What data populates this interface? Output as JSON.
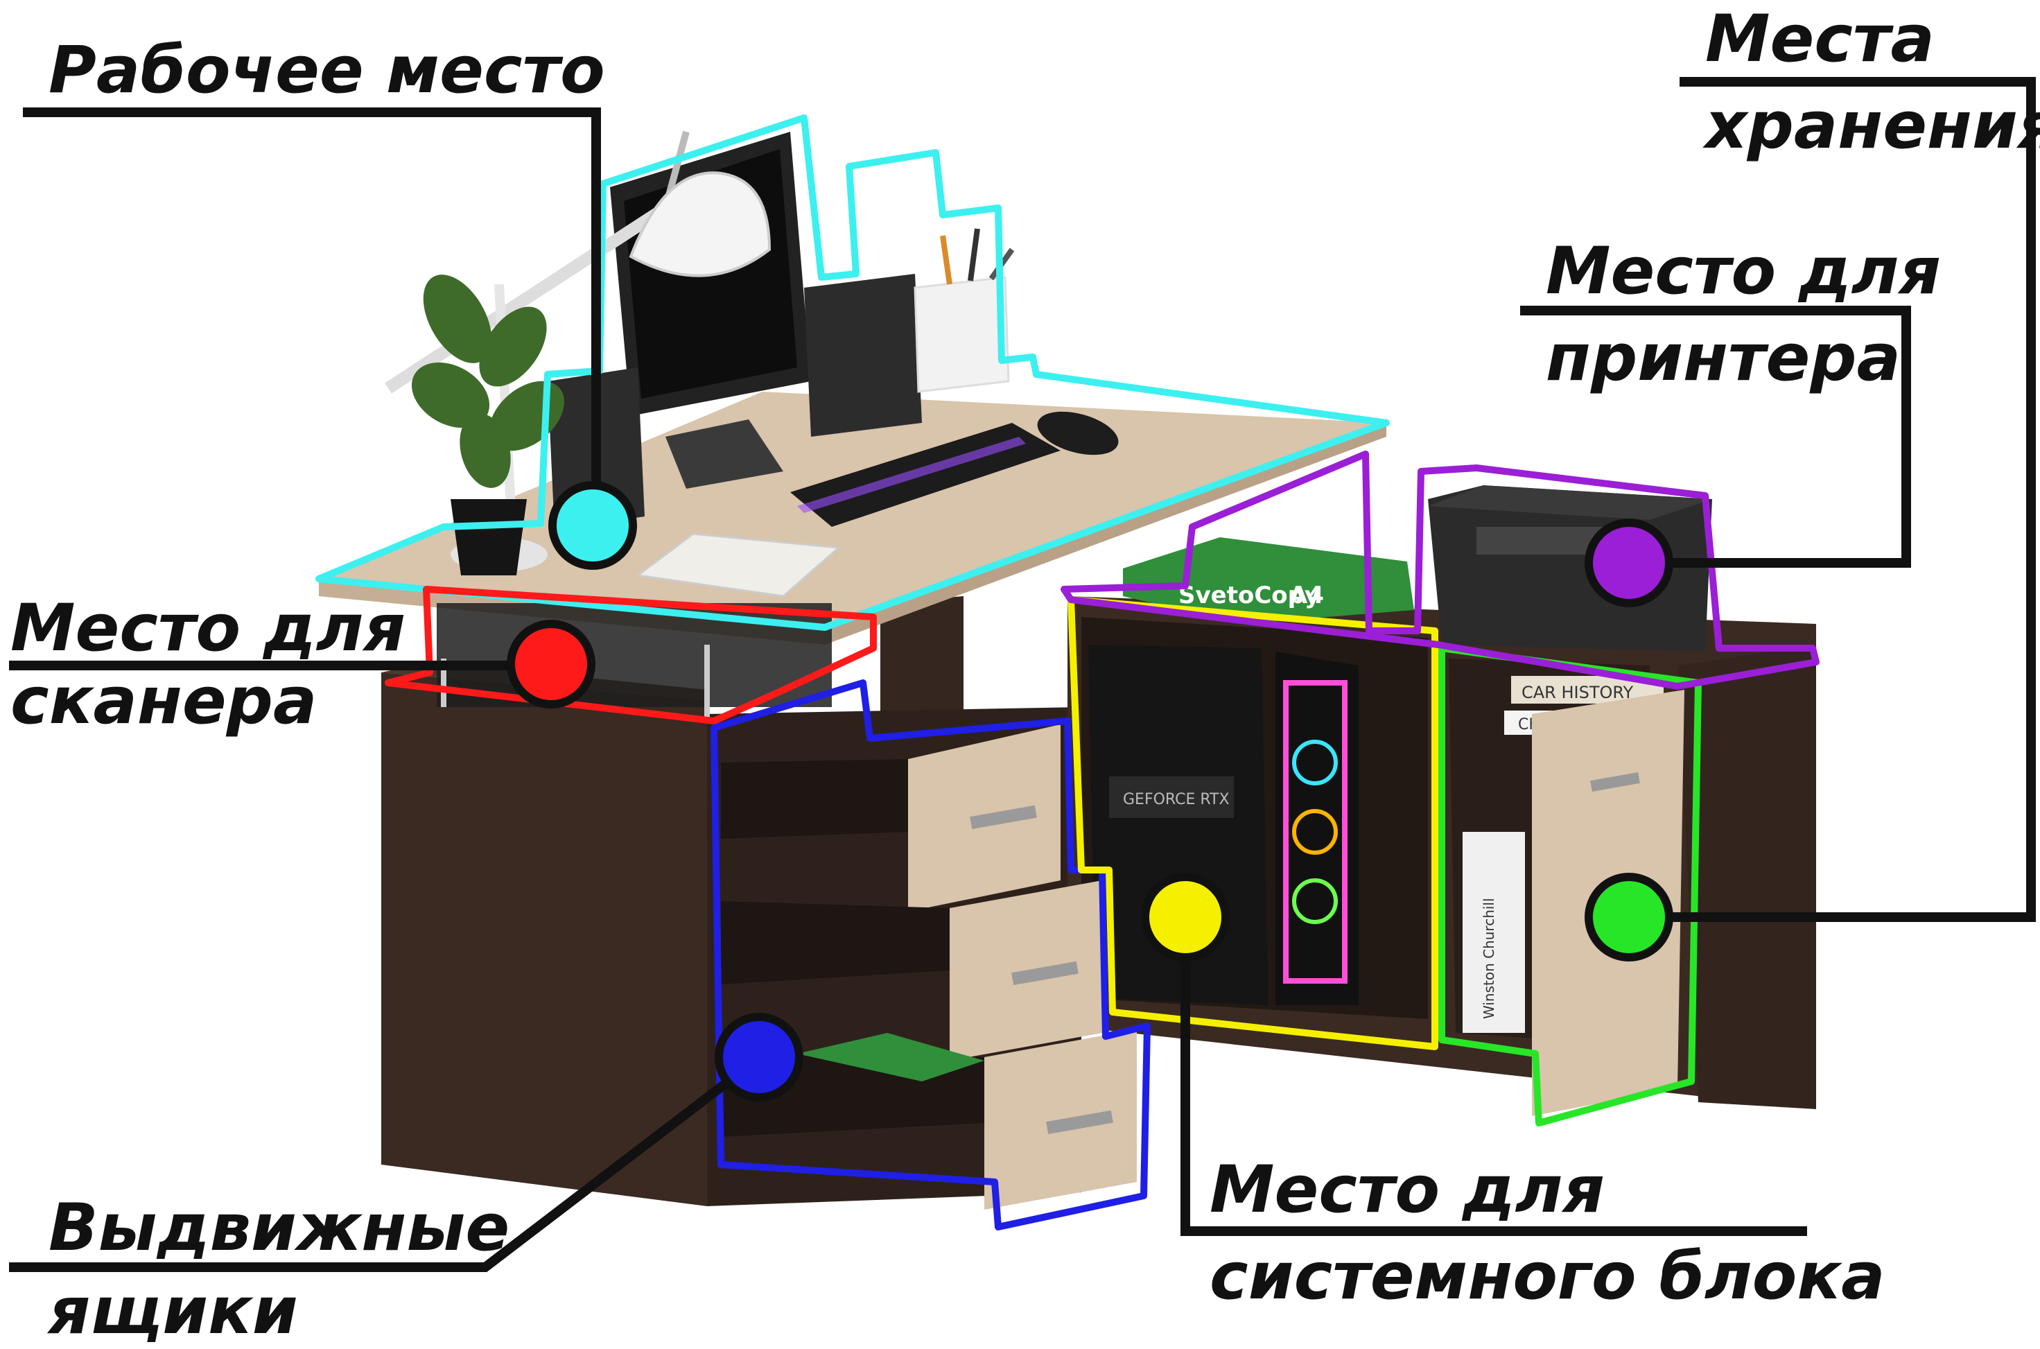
{
  "labels": {
    "workplace": "Рабочее место",
    "scanner_1": "Место для",
    "scanner_2": "сканера",
    "drawers_1": "Выдвижные",
    "drawers_2": "ящики",
    "storage_1": "Места",
    "storage_2": "хранения",
    "printer_1": "Место для",
    "printer_2": "принтера",
    "system_unit_1": "Место для",
    "system_unit_2": "системного блока"
  },
  "props": {
    "paper_brand": "SvetoCopy",
    "paper_size": "A4",
    "gpu_text": "GEFORCE RTX",
    "book_1": "CAR HISTORY",
    "book_2": "CHANEL",
    "book_3": "Winston Churchill"
  },
  "colors": {
    "workplace": "#3cf0f0",
    "scanner": "#ff1a1a",
    "drawers": "#1f1fe6",
    "system_unit": "#f5f000",
    "storage": "#27e627",
    "printer": "#9a1fd6",
    "wenge": "#3b2a22",
    "oak": "#d9c4ac",
    "line": "#111111"
  }
}
